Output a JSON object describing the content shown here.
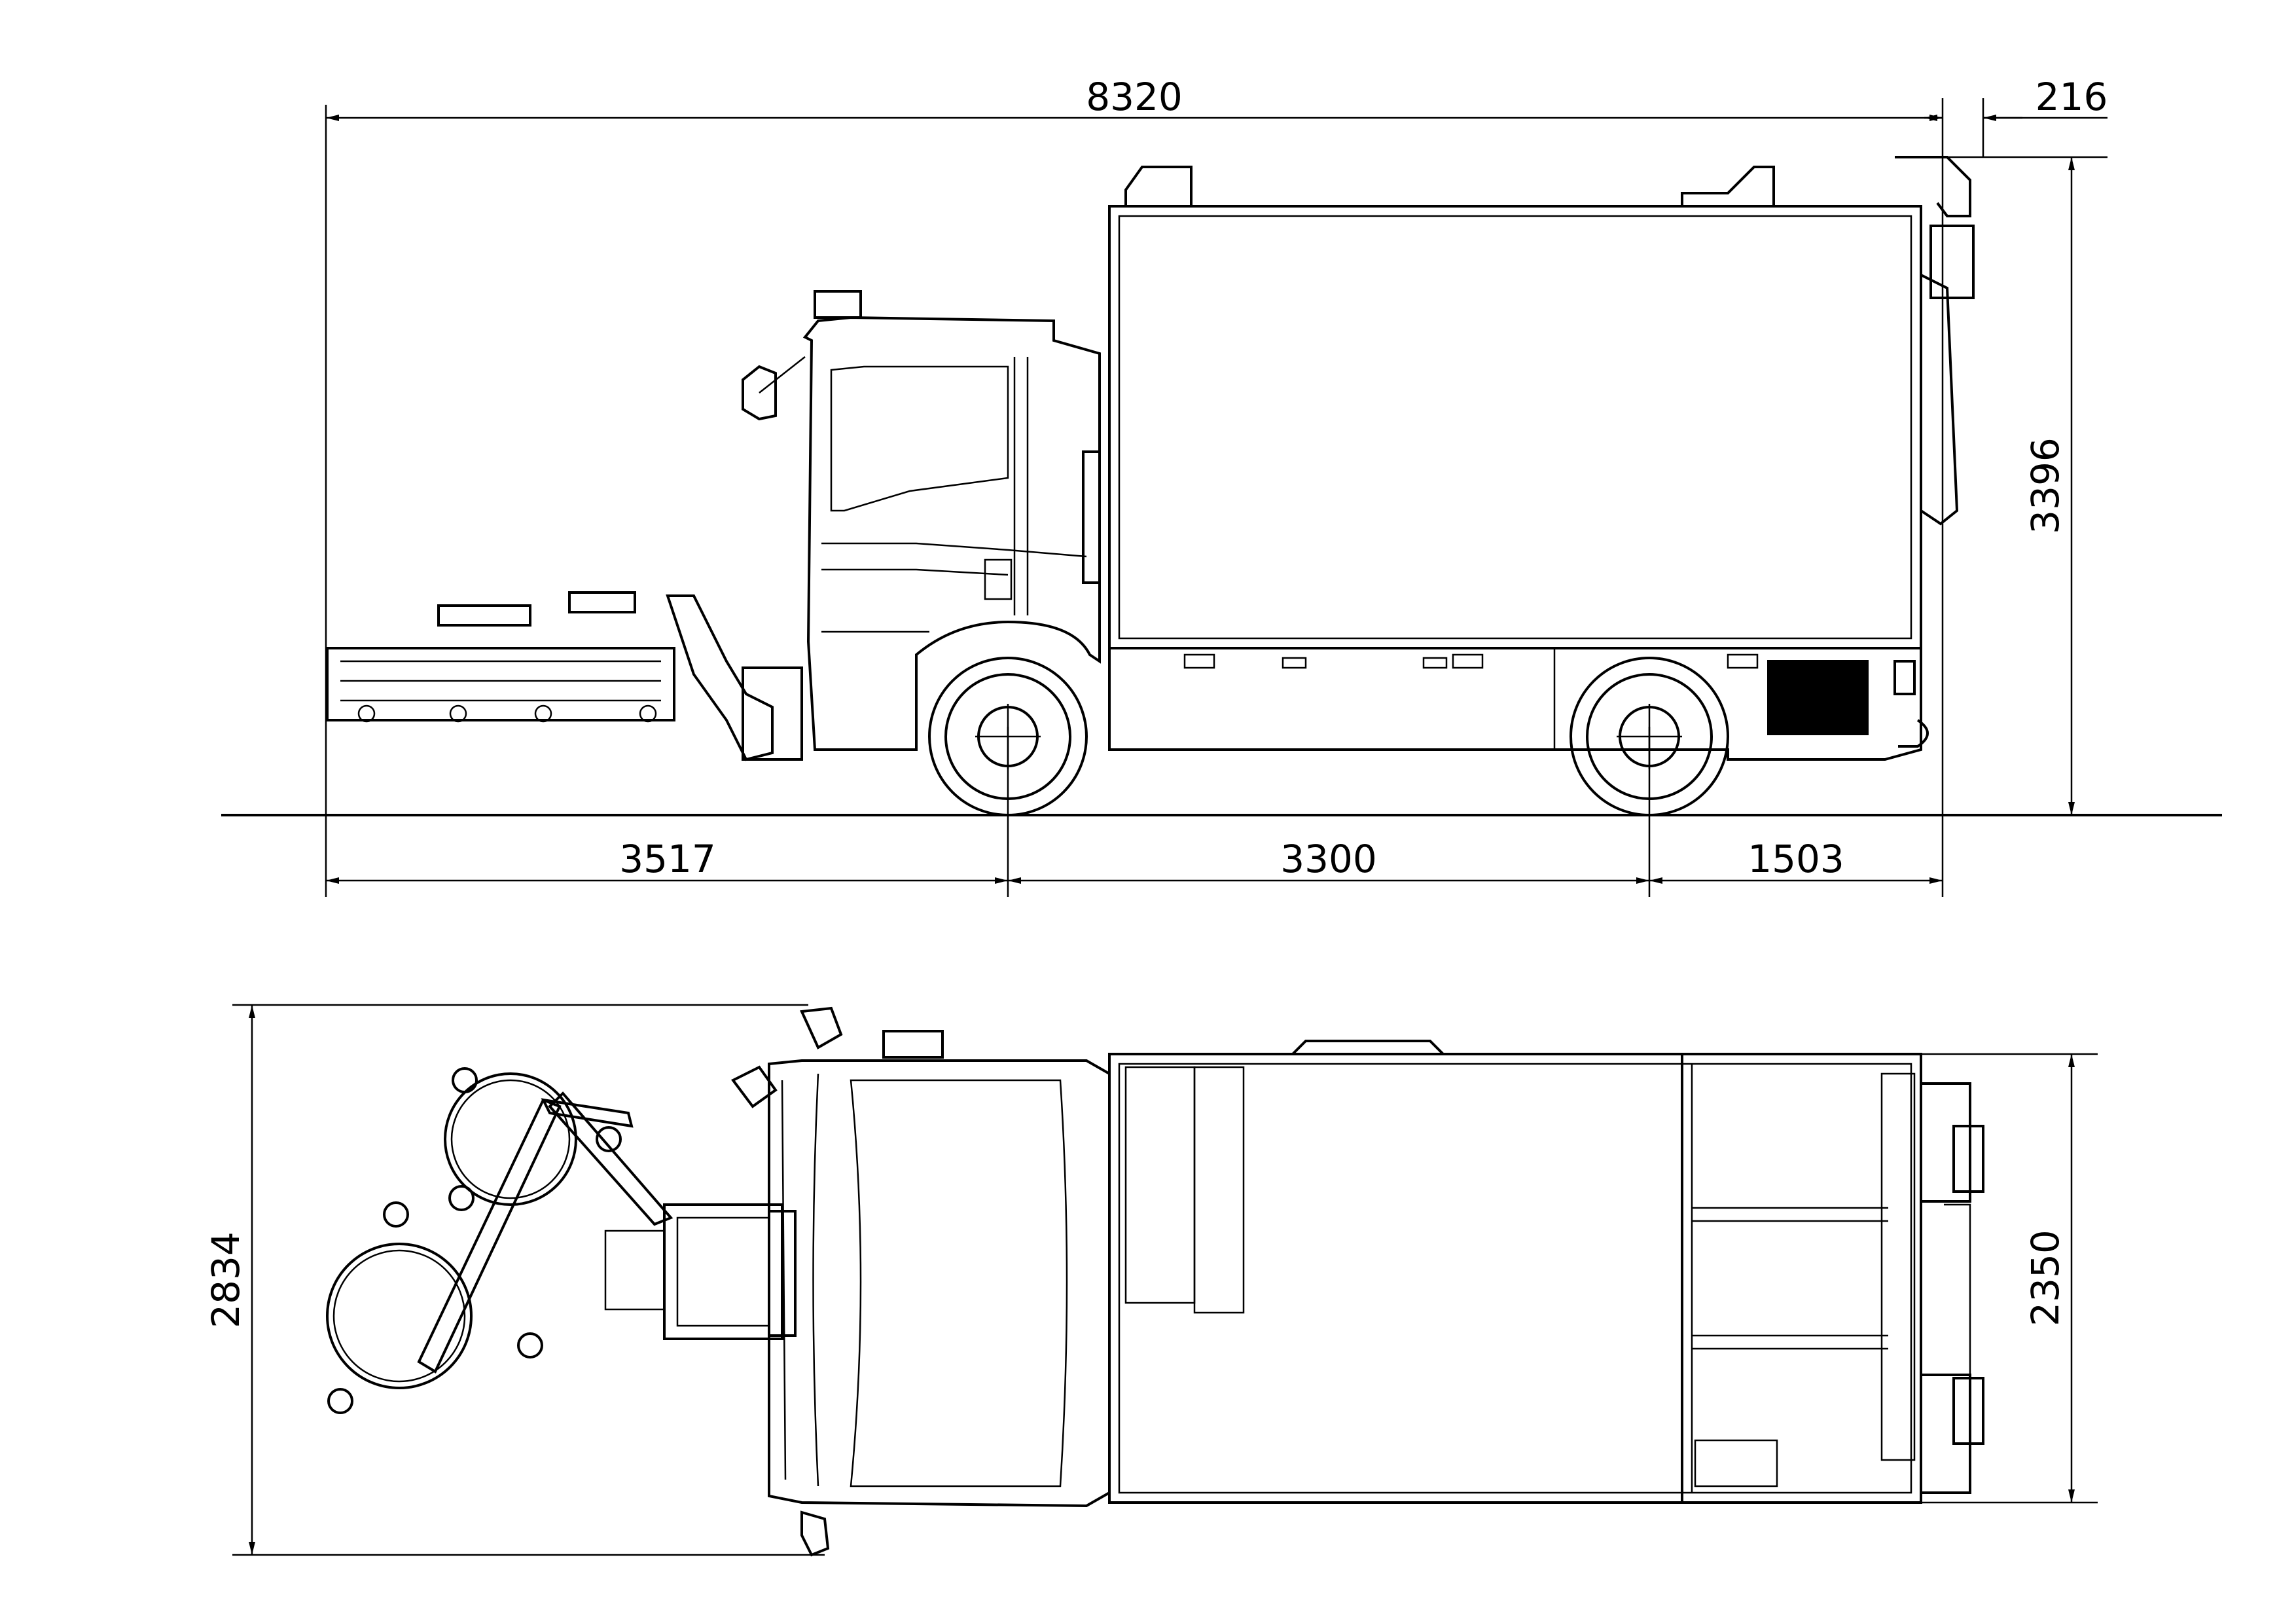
{
  "dimensions": {
    "overall_length": "8320",
    "rear_overhang_extra": "216",
    "overall_height": "3396",
    "front_overhang": "3517",
    "wheelbase": "3300",
    "rear_overhang": "1503",
    "overall_width_with_brushes": "2834",
    "body_width": "2350"
  },
  "colors": {
    "line": "#000000",
    "background": "#ffffff"
  }
}
